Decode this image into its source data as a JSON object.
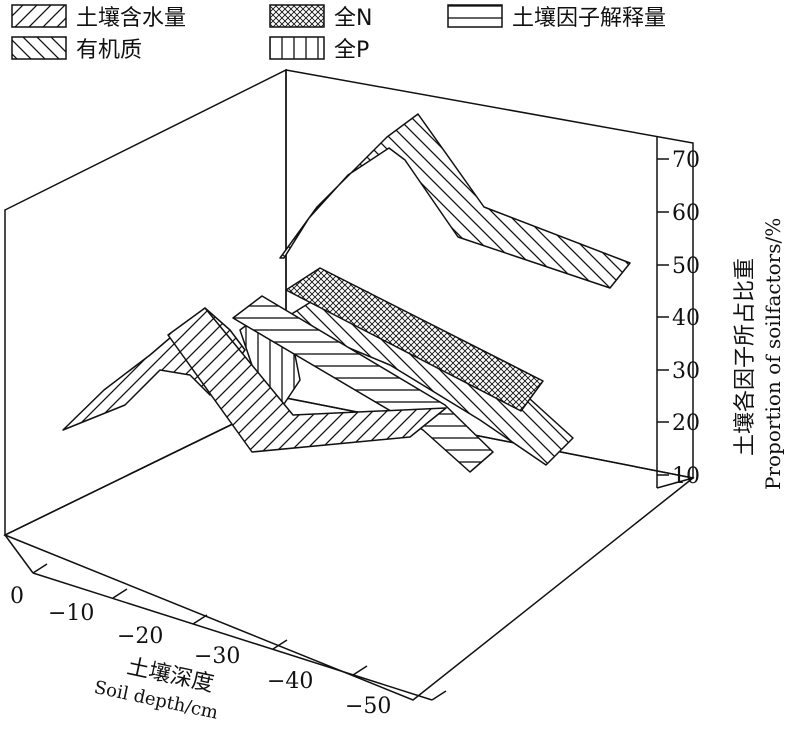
{
  "chart_data": {
    "type": "area",
    "legend": {
      "placement": "top",
      "items": [
        {
          "label": "土壤含水量",
          "pattern": "diag-up"
        },
        {
          "label": "全N",
          "pattern": "crosshatch"
        },
        {
          "label": "土壤因子解释量",
          "pattern": "horizontal"
        },
        {
          "label": "有机质",
          "pattern": "diag-down"
        },
        {
          "label": "全P",
          "pattern": "vertical"
        }
      ]
    },
    "x_axis": {
      "label_cn": "土壤深度",
      "label_en": "Soil depth/cm",
      "ticks": [
        "0",
        "−10",
        "−20",
        "−30",
        "−40",
        "−50"
      ],
      "range": [
        0,
        -55
      ]
    },
    "z_axis": {
      "label_cn": "土壤各因子所占比重",
      "label_en": "Proportion of soilfactors/%",
      "ticks": [
        "10",
        "20",
        "30",
        "40",
        "50",
        "60",
        "70"
      ],
      "range": [
        10,
        70
      ]
    },
    "grid": false
  }
}
